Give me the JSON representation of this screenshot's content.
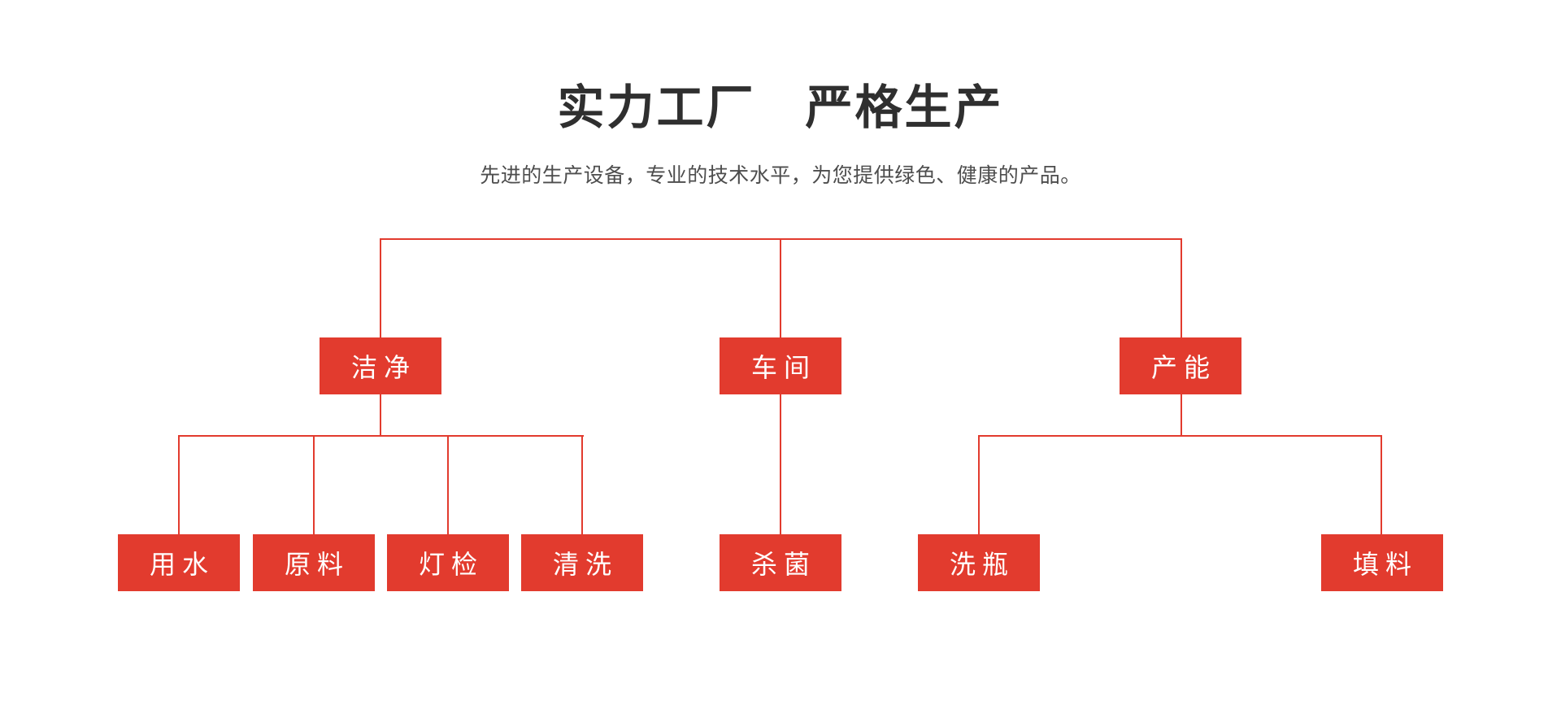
{
  "header": {
    "title": "实力工厂　严格生产",
    "subtitle": "先进的生产设备，专业的技术水平，为您提供绿色、健康的产品。"
  },
  "colors": {
    "accent_red": "#e23b2e",
    "title_text": "#2f2f2f",
    "subtitle_text": "#4d4d4d",
    "node_text": "#ffffff",
    "page_bg": "#ffffff"
  },
  "nodes": {
    "clean": "洁净",
    "workshop": "车间",
    "capacity": "产能",
    "water": "用水",
    "raw_material": "原料",
    "light_inspection": "灯检",
    "washing": "清洗",
    "sterilization": "杀菌",
    "bottle_washing": "洗瓶",
    "filling": "填料"
  },
  "hierarchy": [
    {
      "parent": "洁净",
      "children": [
        "用水",
        "原料",
        "灯检",
        "清洗"
      ]
    },
    {
      "parent": "车间",
      "children": [
        "杀菌"
      ]
    },
    {
      "parent": "产能",
      "children": [
        "洗瓶",
        "填料"
      ]
    }
  ]
}
